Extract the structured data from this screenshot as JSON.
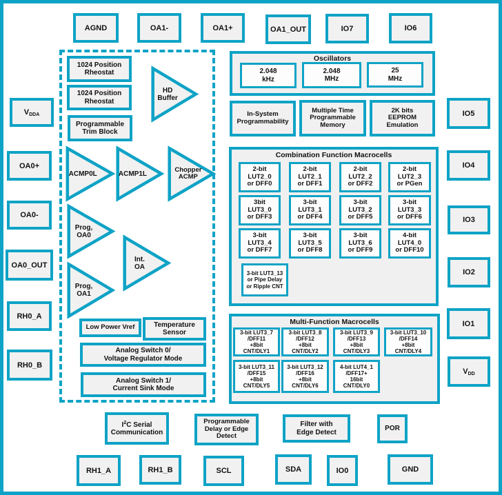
{
  "colors": {
    "accent": "#0EA3C6",
    "box_fill": "#F1F1F1",
    "cell_fill": "#FDFDFD",
    "container_fill": "#F0F0F0",
    "text": "#111111"
  },
  "pins": {
    "top": [
      "AGND",
      "OA1-",
      "OA1+",
      "OA1_OUT",
      "IO7",
      "IO6"
    ],
    "left": [
      {
        "main": "V",
        "sub": "DDA"
      },
      "OA0+",
      "OA0-",
      "OA0_OUT",
      "RH0_A",
      "RH0_B"
    ],
    "right": [
      "IO5",
      "IO4",
      "IO3",
      "IO2",
      "IO1",
      {
        "main": "V",
        "sub": "DD"
      }
    ],
    "bottom": [
      "RH1_A",
      "RH1_B",
      "SCL",
      "SDA",
      "IO0",
      "GND"
    ]
  },
  "analog": {
    "rheostat_1": "1024 Position\nRheostat",
    "rheostat_2": "1024 Position\nRheostat",
    "trim_block": "Programmable\nTrim Block",
    "triangles": {
      "hd_buffer": "HD\nBuffer",
      "acmp0": "ACMP0L",
      "acmp1": "ACMP1L",
      "chopper": "Chopper\nACMP",
      "prog_oa0": "Prog,\nOA0",
      "int_oa": "Int.\nOA",
      "prog_oa1": "Prog,\nOA1"
    },
    "low_power_vref": "Low Power Vref",
    "temp_sensor": "Temperature\nSensor",
    "analog_switch_0": "Analog Switch 0/\nVoltage Regulator Mode",
    "analog_switch_1": "Analog Switch 1/\nCurrent Sink Mode"
  },
  "oscillators": {
    "title": "Oscillators",
    "items": [
      "2.048\nkHz",
      "2.048\nMHz",
      "25\nMHz"
    ]
  },
  "memory": {
    "isp": "In-System\nProgrammability",
    "mtpm": "Multiple Time\nProgrammable\nMemory",
    "eeprom": "2K bits\nEEPROM\nEmulation"
  },
  "combination": {
    "title": "Combination Function Macrocells",
    "cells": [
      "2-bit\nLUT2_0\nor DFF0",
      "2-bit\nLUT2_1\nor DFF1",
      "2-bit\nLUT2_2\nor DFF2",
      "2-bit\nLUT2_3\nor PGen",
      "3bit\nLUT3_0\nor DFF3",
      "3-bit\nLUT3_1\nor DFF4",
      "3-bit\nLUT3_2\nor DFF5",
      "3-bit\nLUT3_3\nor DFF6",
      "3-bit\nLUT3_4\nor DFF7",
      "3-bit\nLUT3_5\nor DFF8",
      "3-bit\nLUT3_6\nor DFF9",
      "4-bit\nLUT4_0\nor DFF10",
      "3-bit LUT3_13\nor Pipe Delay\nor Ripple CNT"
    ]
  },
  "multifunction": {
    "title": "Multi-Function Macrocells",
    "cells": [
      "3-bit LUT3_7\n/DFF11\n+8bit\nCNT/DLY1",
      "3-bit LUT3_8\n/DFF12\n+8bit\nCNT/DLY2",
      "3-bit LUT3_9\n/DFF13\n+8bit\nCNT/DLY3",
      "3-bit LUT3_10\n/DFF14\n+8bit\nCNT/DLY4",
      "3-bit LUT3_11\n/DFF15\n+8bit\nCNT/DLY5",
      "3-bit LUT3_12\n/DFF16\n+8bit\nCNT/DLY6",
      "4-bit LUT4_1\n/DFF17+\n16bit\nCNT/DLY0"
    ]
  },
  "bottom_blocks": {
    "i2c": {
      "p1": "I",
      "sup": "2",
      "p2": "C Serial\nCommunication"
    },
    "prog_delay": "Programmable\nDelay or Edge\nDetect",
    "filter": "Filter with\nEdge Detect",
    "por": "POR"
  }
}
